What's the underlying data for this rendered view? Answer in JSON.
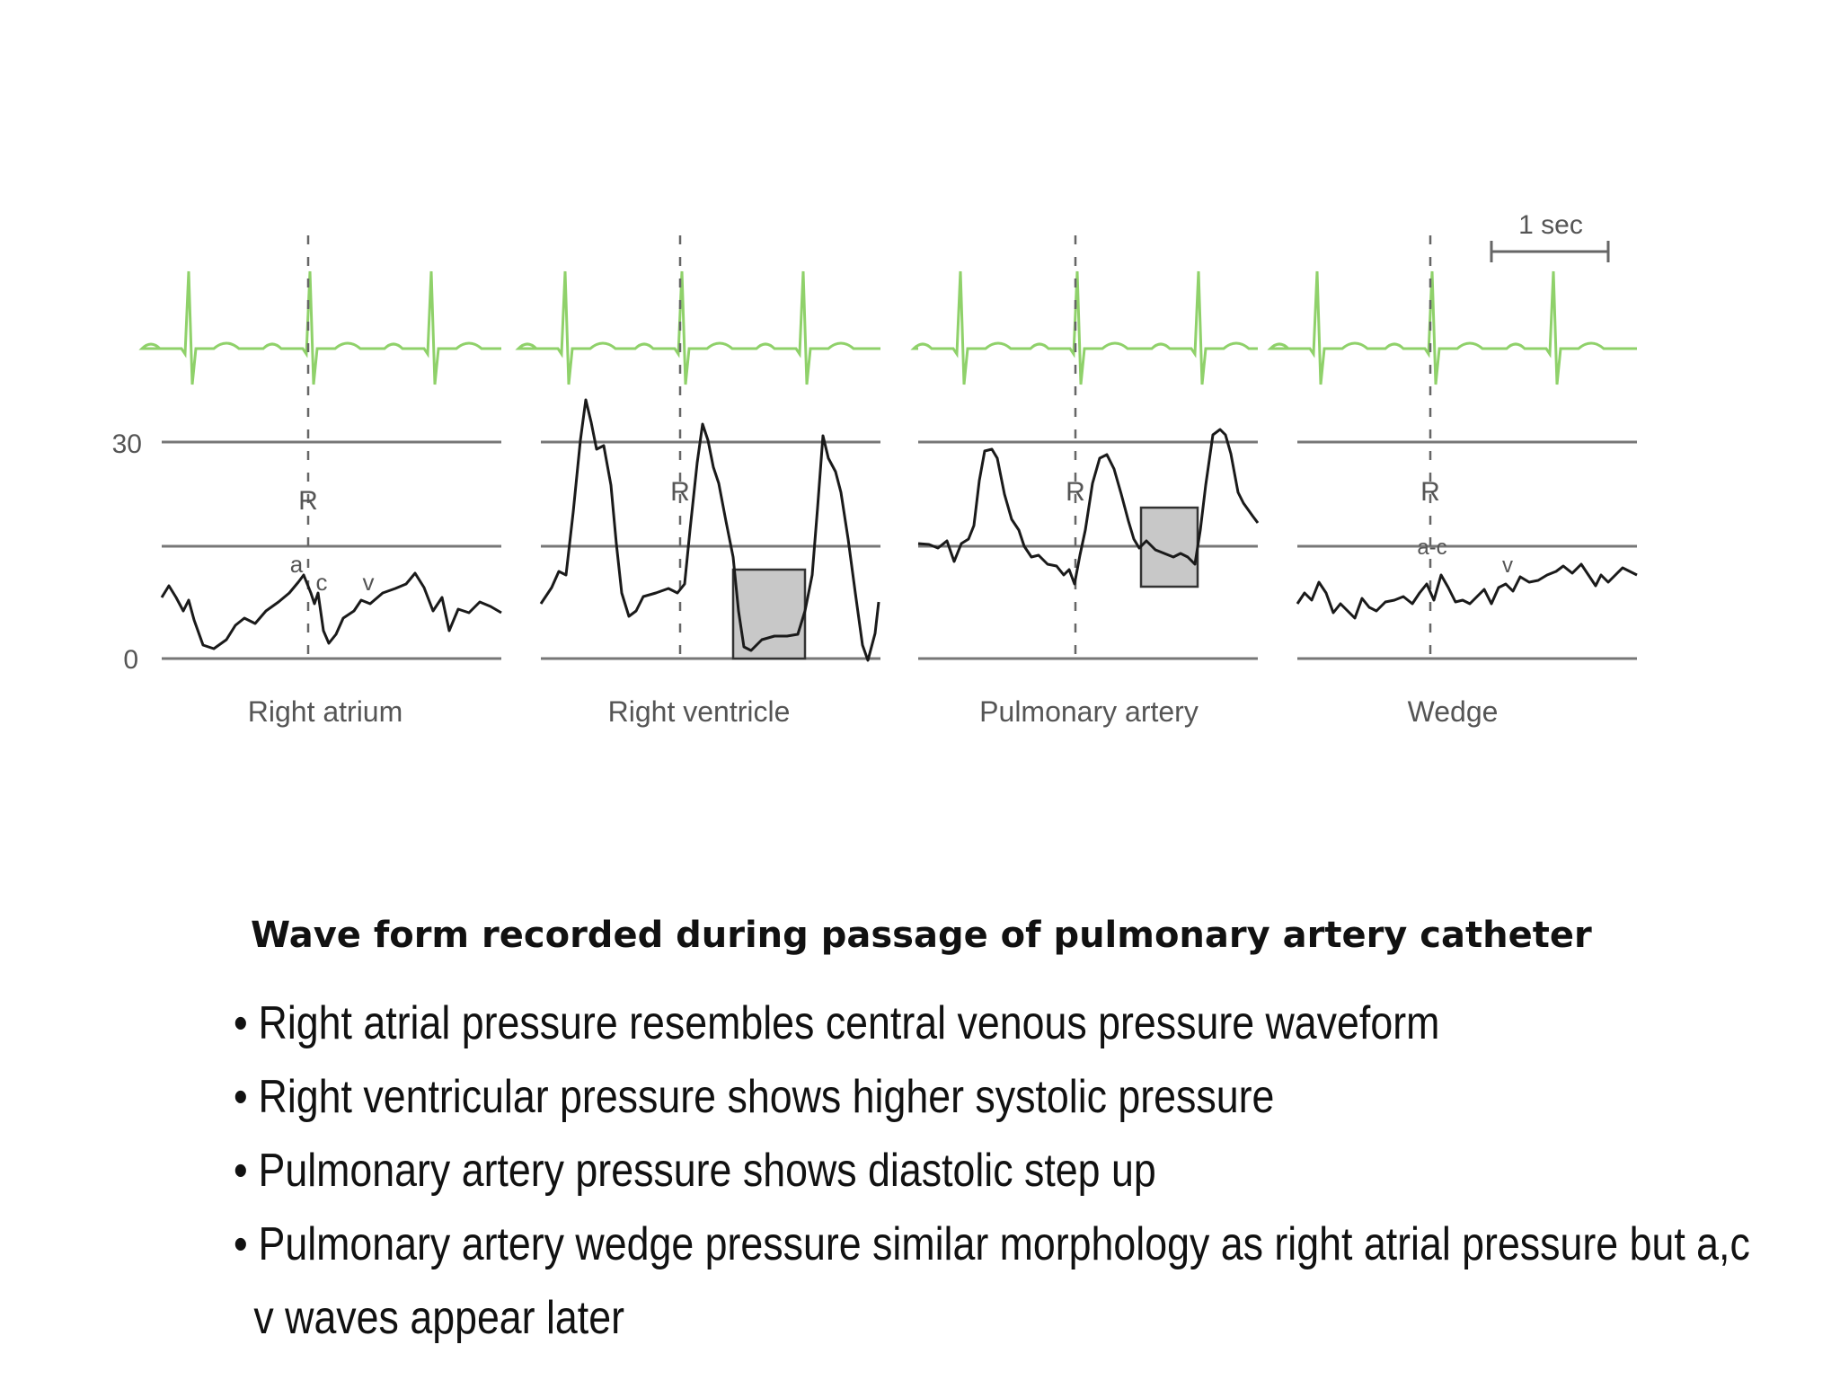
{
  "figure": {
    "scale_bar_label": "1 sec",
    "y_axis": {
      "top_label": "30",
      "bottom_label": "0"
    },
    "panels": [
      {
        "label": "Right atrium",
        "r_label": "R",
        "wave_labels": [
          "a",
          "c",
          "v"
        ]
      },
      {
        "label": "Right ventricle",
        "r_label": "R",
        "wave_labels": []
      },
      {
        "label": "Pulmonary artery",
        "r_label": "R",
        "wave_labels": []
      },
      {
        "label": "Wedge",
        "r_label": "R",
        "wave_labels": [
          "a-c",
          "v"
        ]
      }
    ],
    "colors": {
      "ecg": "#8fd16a",
      "pressure": "#1a1a1a",
      "grid": "#777777",
      "highlight_box": "#c8c8c8"
    }
  },
  "caption": "Wave form recorded during passage of pulmonary artery catheter",
  "bullets": [
    "Right atrial pressure resembles central venous pressure waveform",
    "Right ventricular pressure shows higher systolic pressure",
    "Pulmonary artery pressure shows diastolic step up",
    "Pulmonary artery wedge pressure similar morphology as right atrial pressure but a,c",
    "v  waves appear later"
  ]
}
